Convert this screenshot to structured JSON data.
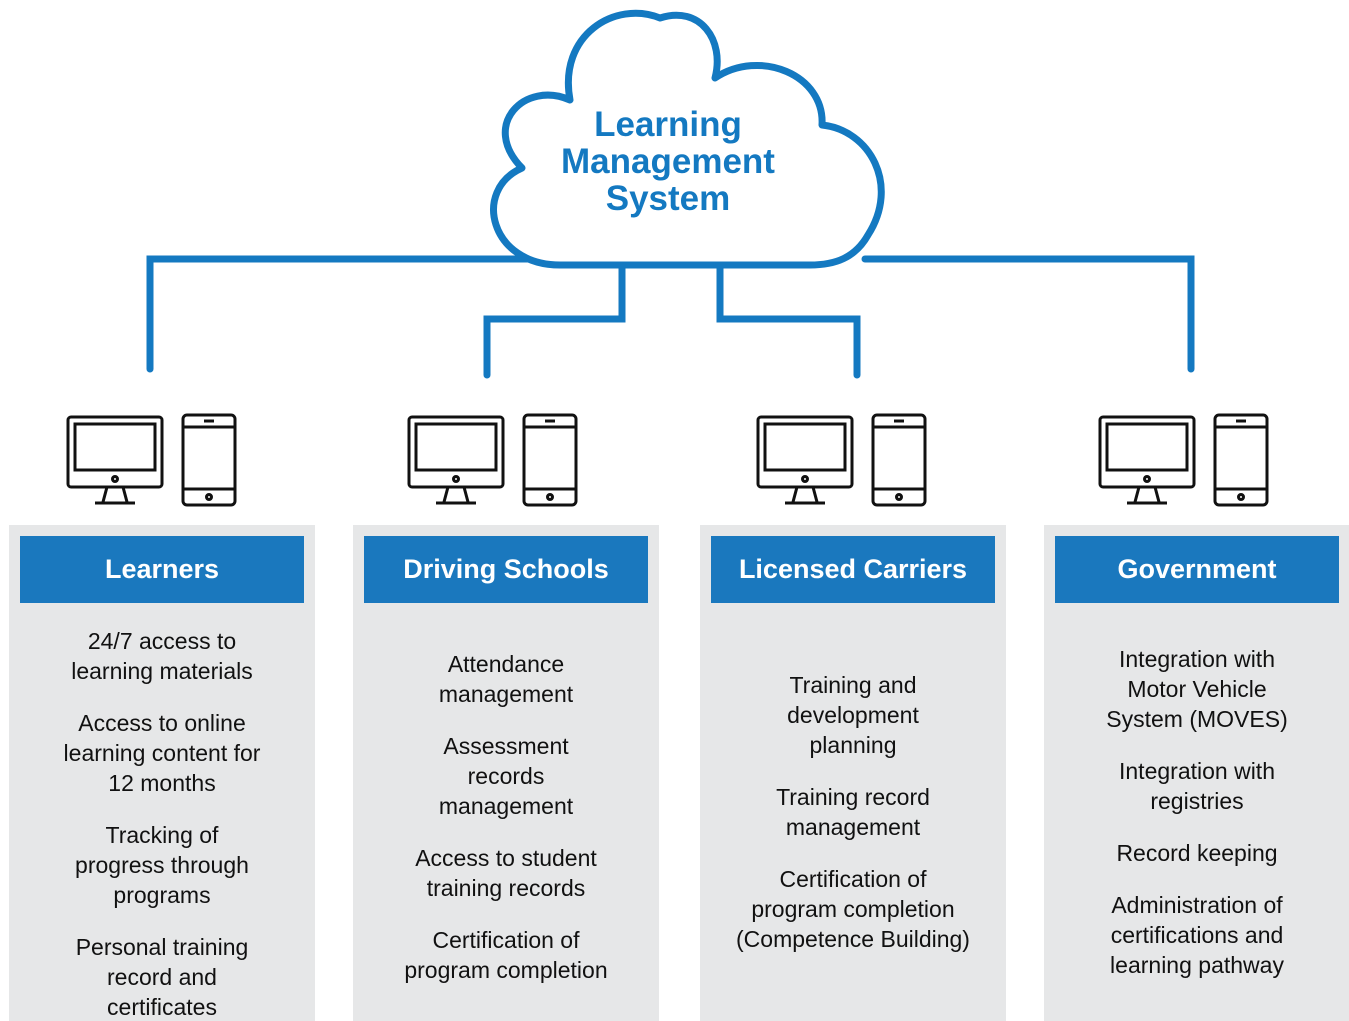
{
  "cloud": {
    "title_lines": [
      "Learning",
      "Management",
      "System"
    ]
  },
  "colors": {
    "accent": "#1a78be",
    "panel_bg": "#e6e7e8",
    "connector": "#1479c1",
    "device_outline": "#111111"
  },
  "icons": [
    "desktop-monitor-icon",
    "smartphone-icon"
  ],
  "panels": [
    {
      "title": "Learners",
      "items": [
        "24/7 access to learning materials",
        "Access to online learning content for 12 months",
        "Tracking of progress through programs",
        "Personal training record and certificates"
      ]
    },
    {
      "title": "Driving Schools",
      "items": [
        "Attendance management",
        "Assessment records management",
        "Access to student training records",
        "Certification of program completion"
      ]
    },
    {
      "title": "Licensed Carriers",
      "items": [
        "Training and development planning",
        "Training record management",
        "Certification of program completion (Competence Building)"
      ]
    },
    {
      "title": "Government",
      "items": [
        "Integration with Motor Vehicle System (MOVES)",
        "Integration with registries",
        "Record keeping",
        "Administration of certifications and learning pathway"
      ]
    }
  ]
}
